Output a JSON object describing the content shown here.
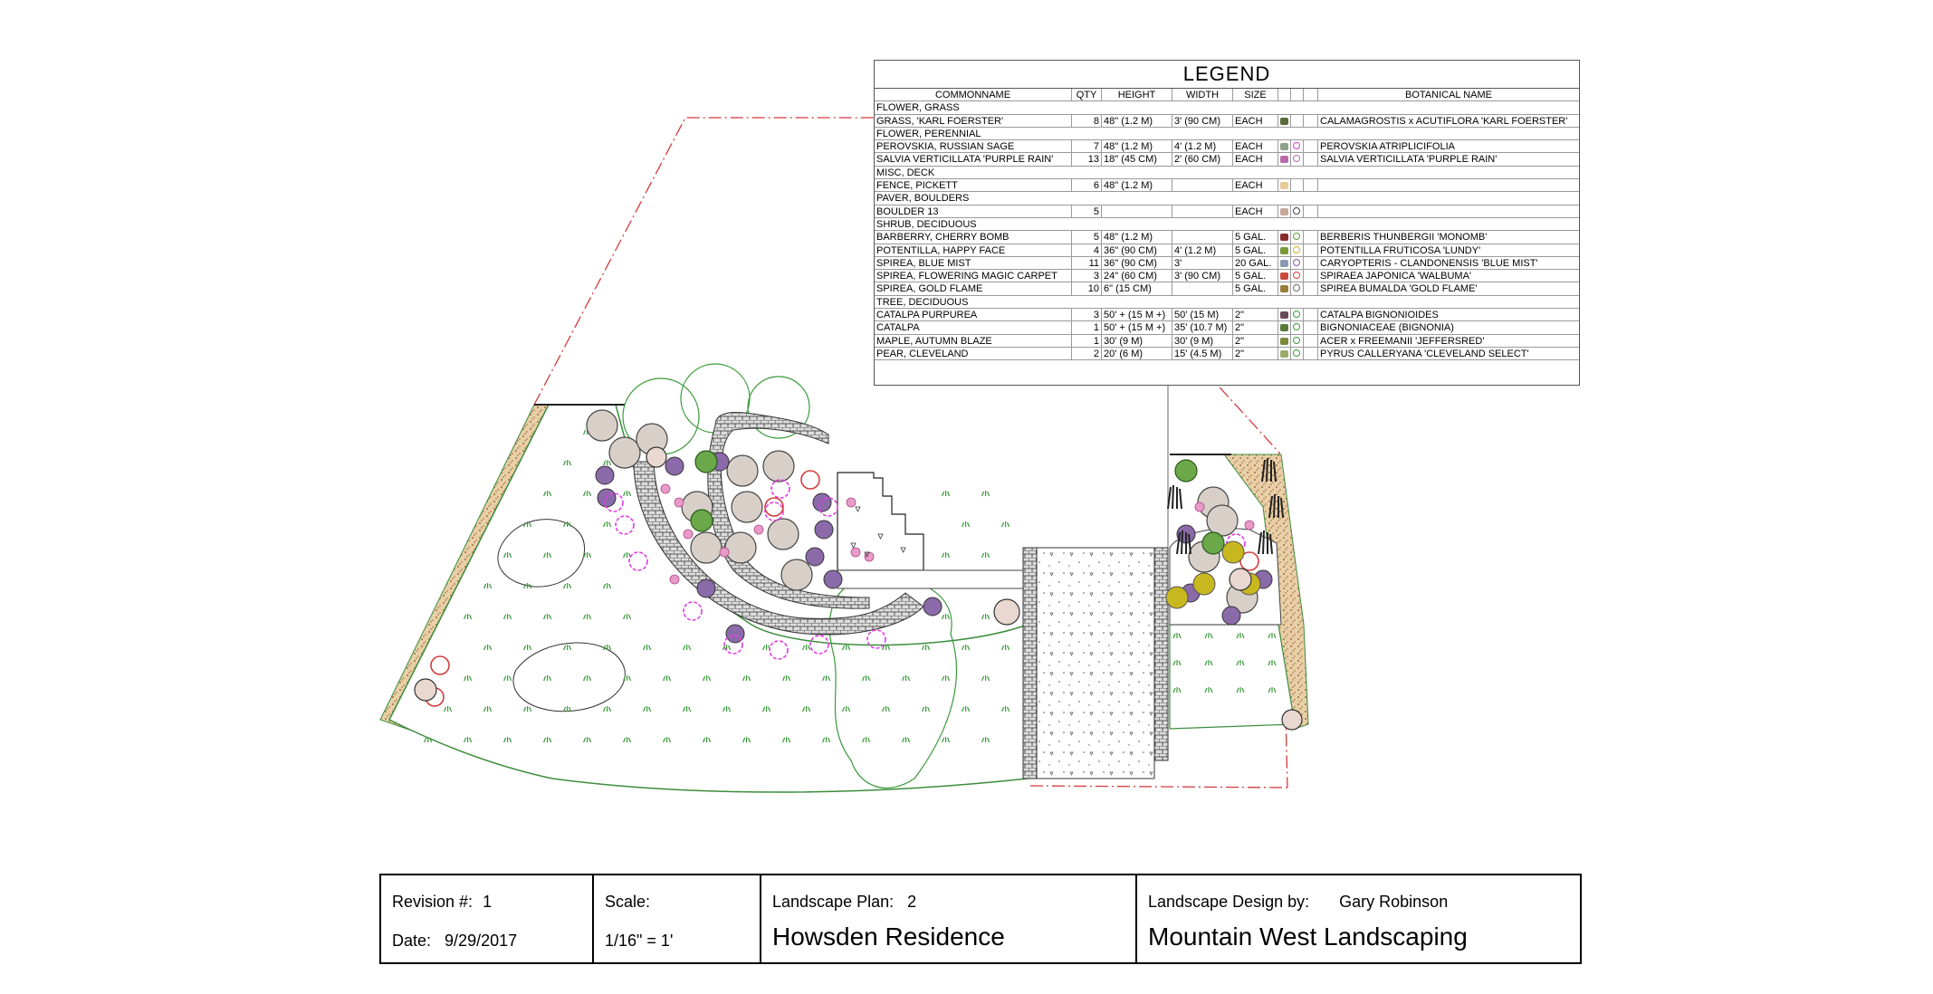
{
  "legend": {
    "title": "LEGEND",
    "columns": {
      "common_name": "COMMONNAME",
      "qty": "QTY",
      "height": "HEIGHT",
      "width": "WIDTH",
      "size": "SIZE",
      "botanical": "BOTANICAL NAME"
    },
    "rows": [
      {
        "type": "category",
        "name": "FLOWER, GRASS"
      },
      {
        "type": "item",
        "name": "GRASS, 'KARL FOERSTER'",
        "qty": "8",
        "height": "48\" (1.2 M)",
        "width": "3' (90 CM)",
        "size": "EACH",
        "color": "#5a6b3a",
        "ring": "",
        "botanical": "CALAMAGROSTIS x ACUTIFLORA 'KARL FOERSTER'"
      },
      {
        "type": "category",
        "name": "FLOWER, PERENNIAL"
      },
      {
        "type": "item",
        "name": "PEROVSKIA, RUSSIAN SAGE",
        "qty": "7",
        "height": "48\" (1.2 M)",
        "width": "4' (1.2 M)",
        "size": "EACH",
        "color": "#8fa08a",
        "ring": "#d63cc8",
        "botanical": "PEROVSKIA ATRIPLICIFOLIA"
      },
      {
        "type": "item",
        "name": "SALVIA VERTICILLATA 'PURPLE RAIN'",
        "qty": "13",
        "height": "18\" (45 CM)",
        "width": "2' (60 CM)",
        "size": "EACH",
        "color": "#b86aa8",
        "ring": "#b86aa8",
        "botanical": "SALVIA VERTICILLATA 'PURPLE RAIN'"
      },
      {
        "type": "category",
        "name": "MISC, DECK"
      },
      {
        "type": "item",
        "name": "FENCE, PICKETT",
        "qty": "6",
        "height": "48\" (1.2 M)",
        "width": "",
        "size": "EACH",
        "color": "#e8c99a",
        "ring": "",
        "botanical": ""
      },
      {
        "type": "category",
        "name": "PAVER, BOULDERS"
      },
      {
        "type": "item",
        "name": "BOULDER 13",
        "qty": "5",
        "height": "",
        "width": "",
        "size": "EACH",
        "color": "#c8a89a",
        "ring": "#444444",
        "botanical": ""
      },
      {
        "type": "category",
        "name": "SHRUB, DECIDUOUS"
      },
      {
        "type": "item",
        "name": "BARBERRY, CHERRY BOMB",
        "qty": "5",
        "height": "48\" (1.2 M)",
        "width": "",
        "size": "5 GAL.",
        "color": "#8a2a2a",
        "ring": "#5a9a3a",
        "botanical": "BERBERIS THUNBERGII 'MONOMB'"
      },
      {
        "type": "item",
        "name": "POTENTILLA, HAPPY FACE",
        "qty": "4",
        "height": "36\" (90 CM)",
        "width": "4' (1.2 M)",
        "size": "5 GAL.",
        "color": "#7a9a3a",
        "ring": "#c8b820",
        "botanical": "POTENTILLA FRUTICOSA 'LUNDY'"
      },
      {
        "type": "item",
        "name": "SPIREA, BLUE MIST",
        "qty": "11",
        "height": "36\" (90 CM)",
        "width": "3'",
        "size": "20 GAL.",
        "color": "#8a9ab0",
        "ring": "#7a5aa0",
        "botanical": "CARYOPTERIS - CLANDONENSIS 'BLUE MIST'"
      },
      {
        "type": "item",
        "name": "SPIREA, FLOWERING MAGIC CARPET",
        "qty": "3",
        "height": "24\" (60 CM)",
        "width": "3' (90 CM)",
        "size": "5 GAL.",
        "color": "#c84a3a",
        "ring": "#d63c3c",
        "botanical": "SPIRAEA JAPONICA 'WALBUMA'"
      },
      {
        "type": "item",
        "name": "SPIREA, GOLD FLAME",
        "qty": "10",
        "height": "6\" (15 CM)",
        "width": "",
        "size": "5 GAL.",
        "color": "#9a7a3a",
        "ring": "#6a6a6a",
        "botanical": "SPIREA BUMALDA 'GOLD FLAME'"
      },
      {
        "type": "category",
        "name": "TREE, DECIDUOUS"
      },
      {
        "type": "item",
        "name": "CATALPA PURPUREA",
        "qty": "3",
        "height": "50' + (15 M +)",
        "width": "50' (15 M)",
        "size": "2\"",
        "color": "#6a4a5a",
        "ring": "#3a9a3a",
        "botanical": "CATALPA BIGNONIOIDES"
      },
      {
        "type": "item",
        "name": "CATALPA",
        "qty": "1",
        "height": "50' + (15 M +)",
        "width": "35' (10.7 M)",
        "size": "2\"",
        "color": "#5a7a3a",
        "ring": "#3a9a3a",
        "botanical": "BIGNONIACEAE (BIGNONIA)"
      },
      {
        "type": "item",
        "name": "MAPLE, AUTUMN BLAZE",
        "qty": "1",
        "height": "30' (9 M)",
        "width": "30' (9 M)",
        "size": "2\"",
        "color": "#7a8a3a",
        "ring": "#3a9a3a",
        "botanical": "ACER x FREEMANII 'JEFFERSRED'"
      },
      {
        "type": "item",
        "name": "PEAR, CLEVELAND",
        "qty": "2",
        "height": "20' (6 M)",
        "width": "15' (4.5 M)",
        "size": "2\"",
        "color": "#9aaa6a",
        "ring": "#3a9a3a",
        "botanical": "PYRUS CALLERYANA 'CLEVELAND SELECT'"
      }
    ]
  },
  "title_block": {
    "revision_label": "Revision #:",
    "revision": "1",
    "date_label": "Date:",
    "date": "9/29/2017",
    "scale_label": "Scale:",
    "scale": "1/16\" = 1'",
    "plan_label": "Landscape Plan:",
    "plan_number": "2",
    "project": "Howsden Residence",
    "designer_label": "Landscape Design by:",
    "designer": "Gary Robinson",
    "company": "Mountain West Landscaping"
  },
  "colors": {
    "lawn_border": "#3c8c3c",
    "grass_tuft": "#3a9a3a",
    "property_line": "#d43c3c",
    "gravel": "#c8a070",
    "paver": "#555555",
    "magenta_plant": "#e040e0",
    "purple_plant": "#8a6aa8",
    "yellow_plant": "#c8b820"
  }
}
